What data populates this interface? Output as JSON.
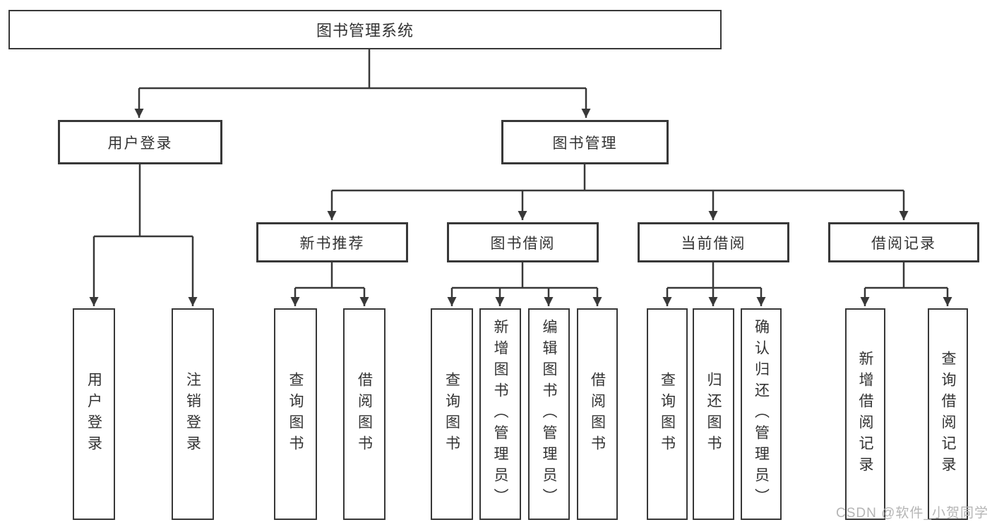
{
  "diagram_type": "hierarchy-tree",
  "colors": {
    "line": "#383838",
    "text": "#333333",
    "watermark": "#b5b5b5",
    "background": "#ffffff"
  },
  "tree": {
    "label": "图书管理系统",
    "children": [
      {
        "label": "用户登录",
        "children": [
          {
            "label": "用户登录"
          },
          {
            "label": "注销登录"
          }
        ]
      },
      {
        "label": "图书管理",
        "children": [
          {
            "label": "新书推荐",
            "children": [
              {
                "label": "查询图书"
              },
              {
                "label": "借阅图书"
              }
            ]
          },
          {
            "label": "图书借阅",
            "children": [
              {
                "label": "查询图书"
              },
              {
                "label": "新增图书（管理员）"
              },
              {
                "label": "编辑图书（管理员）"
              },
              {
                "label": "借阅图书"
              }
            ]
          },
          {
            "label": "当前借阅",
            "children": [
              {
                "label": "查询图书"
              },
              {
                "label": "归还图书"
              },
              {
                "label": "确认归还（管理员）"
              }
            ]
          },
          {
            "label": "借阅记录",
            "children": [
              {
                "label": "新增借阅记录"
              },
              {
                "label": "查询借阅记录"
              }
            ]
          }
        ]
      }
    ]
  },
  "watermark": {
    "text": "CSDN @软件_小贺同学"
  }
}
